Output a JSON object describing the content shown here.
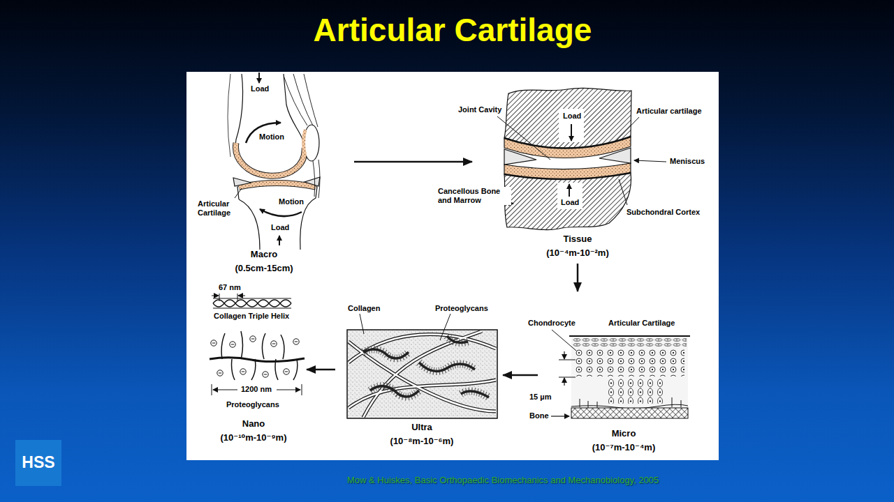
{
  "diagram": {
    "title": "Articular Cartilage",
    "caption": "Mow & Huiskes, Basic Orthopaedic Biomechanics and Mechanobiology, 2005",
    "nodes": [
      {
        "text": [
          "Macro (0.5cm-15cm)"
        ]
      },
      {
        "text": [
          "Tissue (10⁻⁴m-10⁻²m)"
        ]
      },
      {
        "text": [
          "Nano (10⁻¹⁰m-10⁻⁹m)"
        ]
      },
      {
        "text": [
          "Ultra (10⁻⁸m-10⁻⁶m)"
        ]
      },
      {
        "text": [
          "Micro (10⁻⁷m-10⁻⁴m)"
        ]
      },
      {
        "text": [
          "HSS"
        ]
      }
    ],
    "edges": [
      {
        "from": 0,
        "to": 1,
        "arrow": "to"
      },
      {
        "from": 1,
        "to": 4,
        "arrow": "to"
      },
      {
        "from": 4,
        "to": 3,
        "arrow": "to"
      },
      {
        "from": 3,
        "to": 2,
        "arrow": "to"
      }
    ],
    "labels": [
      "Load",
      "Motion",
      "Articular Cartilage",
      "Motion",
      "Load",
      "Joint Cavity",
      "Articular cartilage",
      "Load",
      "Meniscus",
      "Cancellous Bone and Marrow",
      "Load",
      "Subchondral Cortex",
      "67 nm",
      "Collagen Triple Helix",
      "1200 nm",
      "Proteoglycans",
      "Collagen",
      "Proteoglycans",
      "Chondrocyte",
      "Articular Cartilage",
      "15 µm",
      "Bone"
    ]
  }
}
